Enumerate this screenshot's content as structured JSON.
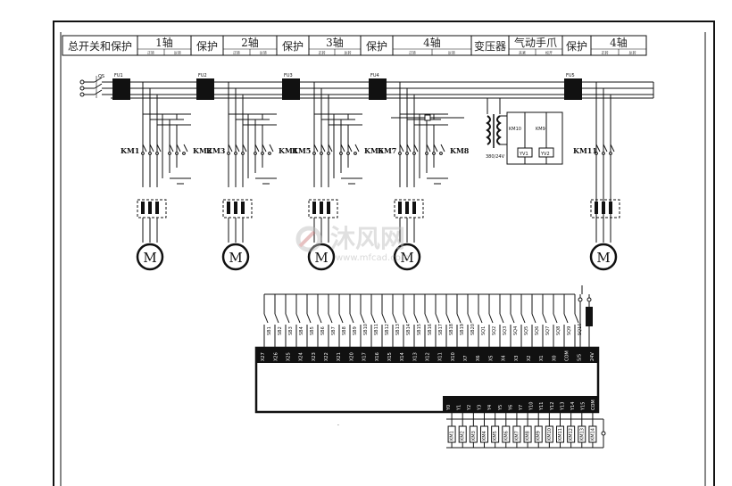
{
  "header": {
    "cells": [
      {
        "text": "总开关和保护",
        "subs": []
      },
      {
        "text": "1轴",
        "subs": [
          "正转",
          "反转"
        ]
      },
      {
        "text": "保护",
        "subs": []
      },
      {
        "text": "2轴",
        "subs": [
          "正转",
          "反转"
        ]
      },
      {
        "text": "保护",
        "subs": []
      },
      {
        "text": "3轴",
        "subs": [
          "正转",
          "反转"
        ]
      },
      {
        "text": "保护",
        "subs": []
      },
      {
        "text": "4轴",
        "subs": [
          "正转",
          "反转"
        ]
      },
      {
        "text": "变压器",
        "subs": []
      },
      {
        "text": "气动手爪",
        "subs": [
          "夹紧",
          "松开"
        ]
      },
      {
        "text": "保护",
        "subs": []
      },
      {
        "text": "4轴",
        "subs": [
          "正转",
          "反转"
        ]
      }
    ]
  },
  "power": {
    "switch_label": "QS",
    "fuses": [
      "FU1",
      "FU2",
      "FU3",
      "FU4",
      "FU5"
    ]
  },
  "contactors": {
    "left": [
      "KM1",
      "KM3",
      "KM5",
      "KM7"
    ],
    "right": [
      "KM2",
      "KM4",
      "KM6",
      "KM8"
    ],
    "last": "KM11"
  },
  "transformer": {
    "ratio": "380/24V",
    "relays": [
      "KM10",
      "KM9"
    ],
    "valves": [
      "YV1",
      "YV2"
    ]
  },
  "motor_symbol": "M",
  "plc": {
    "switches": [
      "SB1",
      "SB2",
      "SB3",
      "SB4",
      "SB5",
      "SB6",
      "SB7",
      "SB8",
      "SB9",
      "SB10",
      "SB11",
      "SB12",
      "SB13",
      "SB14",
      "SB15",
      "SB16",
      "SB17",
      "SB18",
      "SB19",
      "SB20",
      "SQ1",
      "SQ2",
      "SQ3",
      "SQ4",
      "SQ5",
      "SQ6",
      "SQ7",
      "SQ8",
      "SQ9",
      "SQ10"
    ],
    "inputs": [
      "X27",
      "X26",
      "X25",
      "X24",
      "X23",
      "X22",
      "X21",
      "X20",
      "X17",
      "X16",
      "X15",
      "X14",
      "X13",
      "X12",
      "X11",
      "X10",
      "X7",
      "X6",
      "X5",
      "X4",
      "X3",
      "X2",
      "X1",
      "X0",
      "COM",
      "S/S",
      "24V"
    ],
    "outputs": [
      "Y0",
      "Y1",
      "Y2",
      "Y3",
      "Y4",
      "Y5",
      "Y6",
      "Y7",
      "Y10",
      "Y11",
      "Y12",
      "Y13",
      "Y14",
      "Y15",
      "COM"
    ],
    "coils": [
      "KM1",
      "KM2",
      "KM3",
      "KM4",
      "KM5",
      "KM6",
      "KM7",
      "KM8",
      "KM9",
      "KM10",
      "KM11",
      "KM12",
      "KM13",
      "KM14"
    ],
    "mark": "-"
  },
  "watermark": {
    "brand": "沐风网",
    "url": "www.mfcad.com"
  }
}
